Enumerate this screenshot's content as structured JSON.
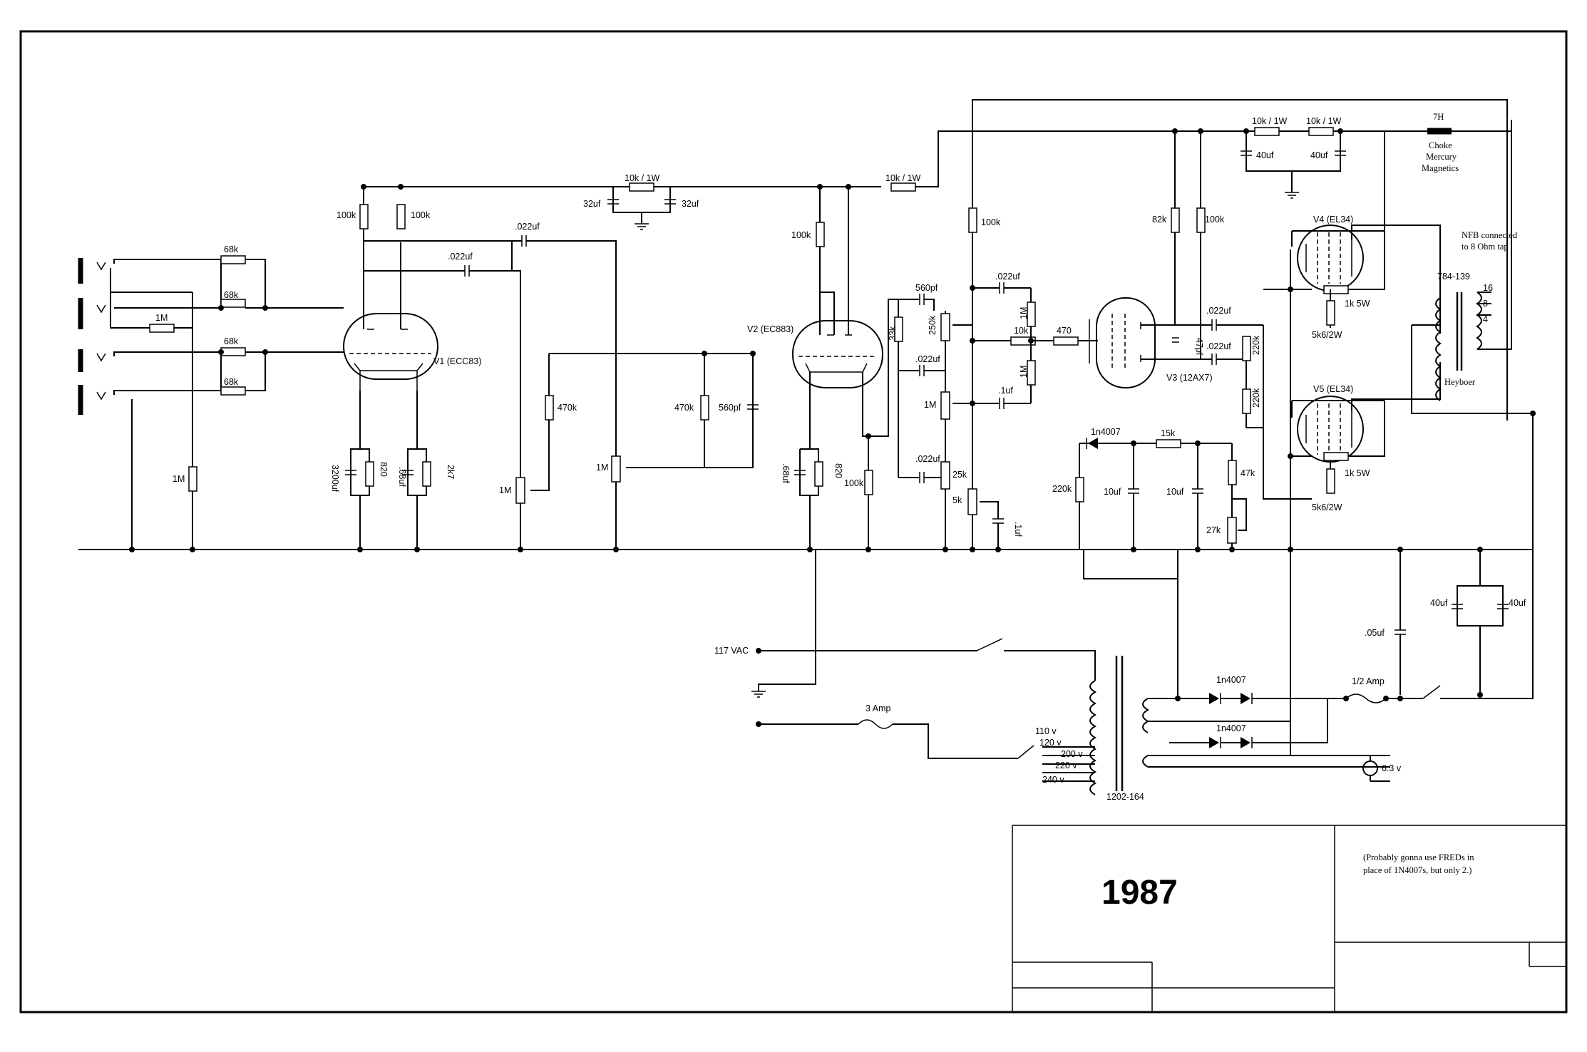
{
  "title_block": {
    "year": "1987",
    "note_line1": "(Probably gonna use FREDs in",
    "note_line2": "place of 1N4007s, but only 2.)"
  },
  "tubes": {
    "v1": "V1 (ECC83)",
    "v2": "V2 (EC883)",
    "v3": "V3 (12AX7)",
    "v4": "V4 (EL34)",
    "v5": "V5 (EL34)"
  },
  "input_section": {
    "r68k_1": "68k",
    "r68k_2": "68k",
    "r68k_3": "68k",
    "r68k_4": "68k",
    "r1m_bridge": "1M",
    "r1m_ground": "1M",
    "v1_plate_r1": "100k",
    "v1_plate_r2": "100k",
    "v1_cath_cap1": "3200uf",
    "v1_cath_r1": "820",
    "v1_cath_cap2": ".68uf",
    "v1_cath_r2": "2k7",
    "coupling_cap1": ".022uf",
    "coupling_cap2": ".022uf",
    "vol_pot1": "1M",
    "r470k_a": "470k",
    "vol_pot2": "1M",
    "r470k_b": "470k",
    "cap560pf": "560pf",
    "filter_r": "10k / 1W",
    "filter_cap1": "32uf",
    "filter_cap2": "32uf"
  },
  "v2_section": {
    "plate_r": "100k",
    "cath_cap": ".68uf",
    "cath_r": "820",
    "cath_follower_r": "100k"
  },
  "tone_stack": {
    "r33k": "33k",
    "c560pf": "560pf",
    "pot250k": "250k",
    "c022a": ".022uf",
    "pot1m": "1M",
    "c022b": ".022uf",
    "pot25k": "25k",
    "pot5k": "5k",
    "c1uf": ".1uf",
    "r100k": "100k",
    "r10k_1w": "10k / 1W"
  },
  "phase_inverter": {
    "c022": ".022uf",
    "r1m_a": "1M",
    "r10k": "10k",
    "r470": "470",
    "r1m_b": "1M",
    "c1uf": ".1uf",
    "r82k": "82k",
    "r100k": "100k",
    "c47pf": "47pf",
    "c022_out1": ".022uf",
    "c022_out2": ".022uf",
    "r220k_a": "220k",
    "r220k_b": "220k"
  },
  "bias_supply": {
    "diode": "1n4007",
    "r15k": "15k",
    "r220k": "220k",
    "cap1": "10uf",
    "cap2": "10uf",
    "r47k": "47k",
    "pot27k": "27k"
  },
  "power_amp": {
    "screen_r1": "1k 5W",
    "screen_r2": "1k 5W",
    "grid_r1": "5k6/2W",
    "grid_r2": "5k6/2W",
    "ot_label": "784-139",
    "ot_brand": "Heyboer",
    "tap16": "16",
    "tap8": "8",
    "tap4": "4",
    "nfb_line1": "NFB connected",
    "nfb_line2": "to 8 Ohm tap"
  },
  "supply_rail": {
    "r1": "10k / 1W",
    "r2": "10k / 1W",
    "cap1": "40uf",
    "cap2": "40uf",
    "choke": "7H",
    "choke_l1": "Choke",
    "choke_l2": "Mercury",
    "choke_l3": "Magnetics",
    "main_cap1": "40uf",
    "main_cap2": "40uf",
    "bypass_cap": ".05uf"
  },
  "mains": {
    "vac": "117 VAC",
    "fuse_main": "3 Amp",
    "tap110": "110 v",
    "tap120": "120 v",
    "tap200": "200 v",
    "tap220": "220 v",
    "tap240": "240 v",
    "pt_label": "1202-164",
    "rect1": "1n4007",
    "rect2": "1n4007",
    "fuse_ht": "1/2 Amp",
    "heater": "6.3 v"
  }
}
